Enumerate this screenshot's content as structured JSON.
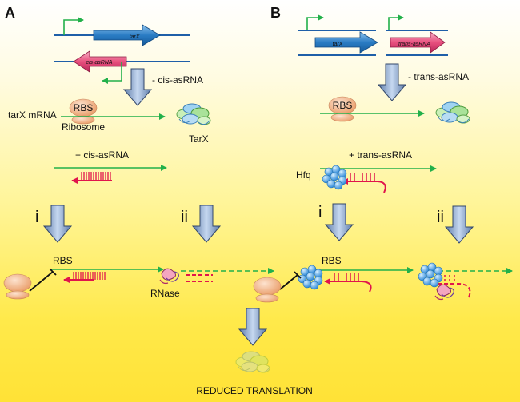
{
  "panels": {
    "a": {
      "letter": "A",
      "gene_label": "tarX",
      "antisense_gene_label": "cis-asRNA",
      "minus_condition": "- cis-asRNA",
      "mrna_label": "tarX mRNA",
      "rbs_label": "RBS",
      "ribosome_label": "Ribosome",
      "protein_label": "TarX",
      "plus_condition": "+ cis-asRNA",
      "pathway_i": "i",
      "pathway_ii": "ii",
      "rbs_label_2": "RBS",
      "rnase_label": "RNase"
    },
    "b": {
      "letter": "B",
      "gene_label": "tarX",
      "antisense_gene_label": "trans-asRNA",
      "minus_condition": "- trans-asRNA",
      "rbs_label": "RBS",
      "plus_condition": "+ trans-asRNA",
      "hfq_label": "Hfq",
      "pathway_i": "i",
      "pathway_ii": "ii",
      "rbs_label_2": "RBS"
    }
  },
  "outcome_label": "REDUCED TRANSLATION",
  "colors": {
    "mrna": "#22b04a",
    "asrna": "#e0144c",
    "gene_arrow": "#1e6fb8",
    "antisense_arrow": "#e85a86",
    "ribosome": "#f2b48a",
    "hfq": "#4aa8e8",
    "process_arrow": "#9bb4d8"
  }
}
